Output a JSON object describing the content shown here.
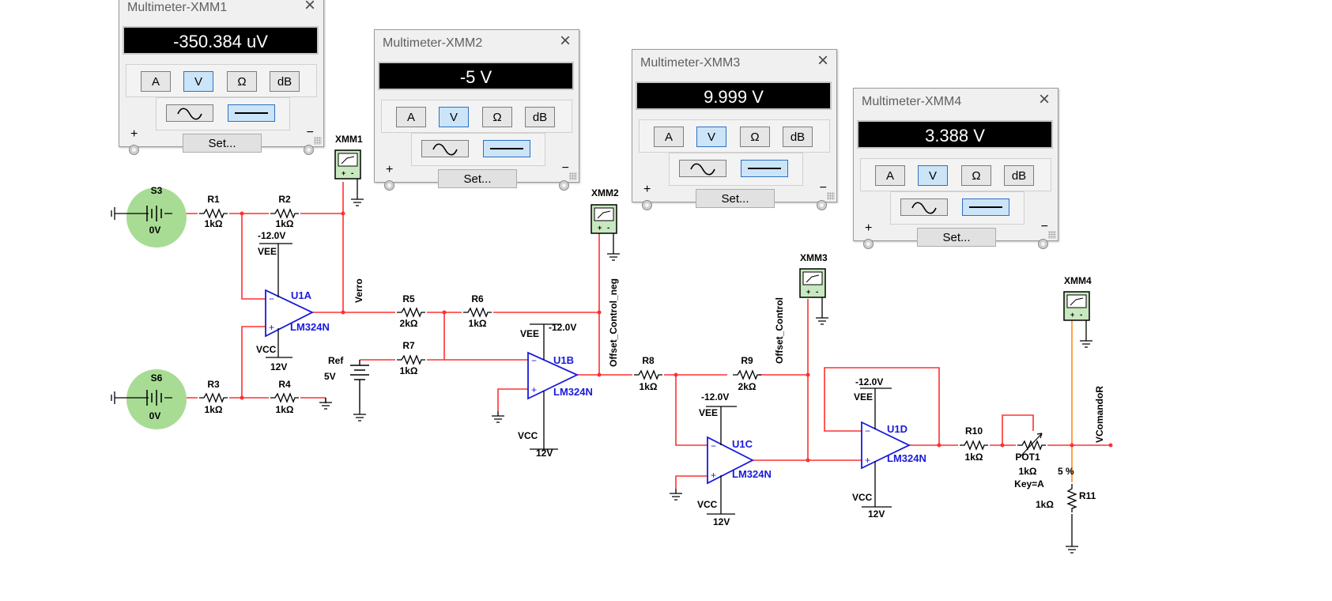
{
  "multimeters": [
    {
      "title": "Multimeter-XMM1",
      "reading": "-350.384 uV",
      "modes": [
        "A",
        "V",
        "Ω",
        "dB"
      ],
      "selected_mode": "V",
      "selected_signal": "DC",
      "set_label": "Set...",
      "plus": "+",
      "minus": "−",
      "close": "×"
    },
    {
      "title": "Multimeter-XMM2",
      "reading": "-5 V",
      "modes": [
        "A",
        "V",
        "Ω",
        "dB"
      ],
      "selected_mode": "V",
      "selected_signal": "DC",
      "set_label": "Set...",
      "plus": "+",
      "minus": "−",
      "close": "×"
    },
    {
      "title": "Multimeter-XMM3",
      "reading": "9.999 V",
      "modes": [
        "A",
        "V",
        "Ω",
        "dB"
      ],
      "selected_mode": "V",
      "selected_signal": "DC",
      "set_label": "Set...",
      "plus": "+",
      "minus": "−",
      "close": "×"
    },
    {
      "title": "Multimeter-XMM4",
      "reading": "3.388 V",
      "modes": [
        "A",
        "V",
        "Ω",
        "dB"
      ],
      "selected_mode": "V",
      "selected_signal": "DC",
      "set_label": "Set...",
      "plus": "+",
      "minus": "−",
      "close": "×"
    }
  ],
  "schematic": {
    "sources": [
      {
        "name": "S3",
        "value": "0V"
      },
      {
        "name": "S6",
        "value": "0V"
      },
      {
        "name": "Ref",
        "value": "5V"
      }
    ],
    "resistors": [
      {
        "name": "R1",
        "value": "1kΩ"
      },
      {
        "name": "R2",
        "value": "1kΩ"
      },
      {
        "name": "R3",
        "value": "1kΩ"
      },
      {
        "name": "R4",
        "value": "1kΩ"
      },
      {
        "name": "R5",
        "value": "2kΩ"
      },
      {
        "name": "R6",
        "value": "1kΩ"
      },
      {
        "name": "R7",
        "value": "1kΩ"
      },
      {
        "name": "R8",
        "value": "1kΩ"
      },
      {
        "name": "R9",
        "value": "2kΩ"
      },
      {
        "name": "R10",
        "value": "1kΩ"
      },
      {
        "name": "R11",
        "value": "1kΩ"
      }
    ],
    "opamps": [
      {
        "name": "U1A",
        "part": "LM324N",
        "vee": "VEE",
        "vee_val": "-12.0V",
        "vcc": "VCC",
        "vcc_val": "12V"
      },
      {
        "name": "U1B",
        "part": "LM324N",
        "vee": "VEE",
        "vee_val": "-12.0V",
        "vcc": "VCC",
        "vcc_val": "12V"
      },
      {
        "name": "U1C",
        "part": "LM324N",
        "vee": "VEE",
        "vee_val": "-12.0V",
        "vcc": "VCC",
        "vcc_val": "12V"
      },
      {
        "name": "U1D",
        "part": "LM324N",
        "vee": "VEE",
        "vee_val": "-12.0V",
        "vcc": "VCC",
        "vcc_val": "12V"
      }
    ],
    "pot": {
      "name": "POT1",
      "value": "1kΩ",
      "key": "Key=A",
      "percent": "5 %"
    },
    "probes": [
      "XMM1",
      "XMM2",
      "XMM3",
      "XMM4"
    ],
    "nets": [
      "Verro",
      "Offset_Control_neg",
      "Offset_Control",
      "VComandoR"
    ],
    "colors": {
      "wire": "#ff3030",
      "wire_out": "#ff8c1a",
      "opamp": "#1a1adc",
      "source_fill": "#a8dc94",
      "probe_fill": "#c8e8c0"
    }
  }
}
